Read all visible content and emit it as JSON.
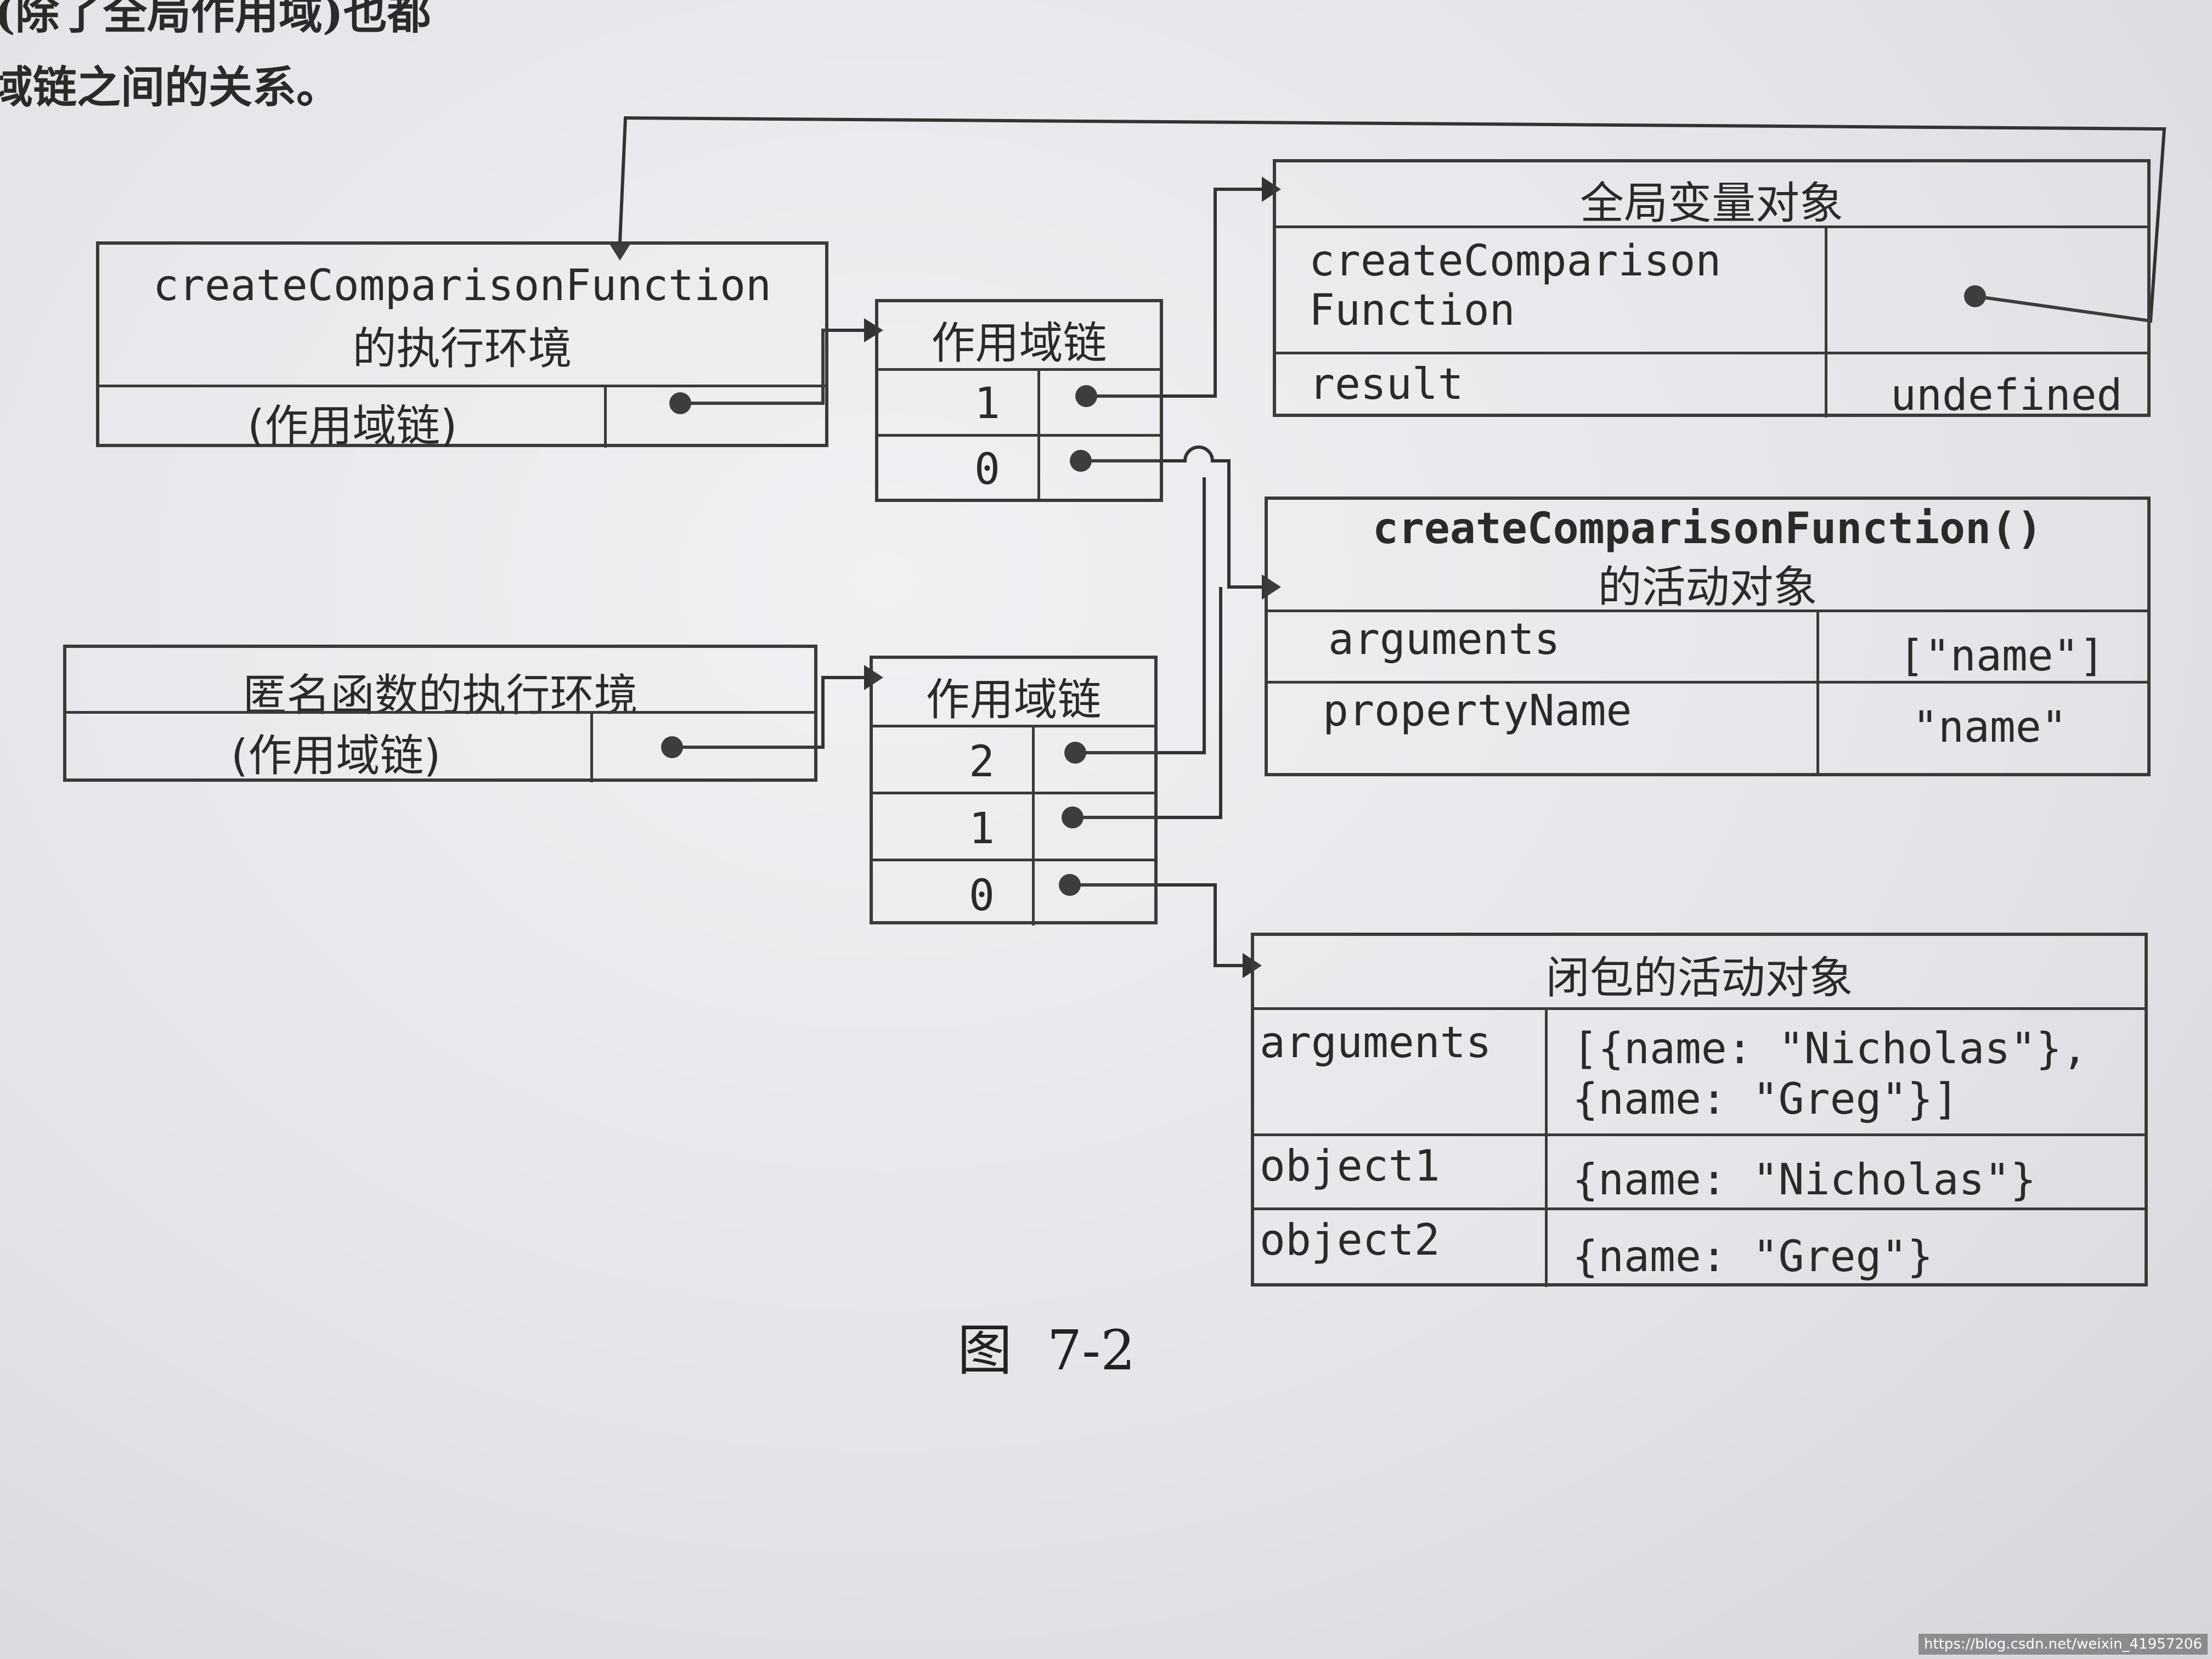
{
  "header": {
    "line1": "(除了全局作用域)也都",
    "line2": "域链之间的关系。"
  },
  "exec_ctx_create": {
    "title_line1": "createComparisonFunction",
    "title_line2": "的执行环境",
    "scope_label": "(作用域链)"
  },
  "scope_chain_1": {
    "title": "作用域链",
    "rows": [
      "1",
      "0"
    ]
  },
  "global_vo": {
    "title": "全局变量对象",
    "rows": [
      {
        "name": "createComparison\nFunction",
        "value": ""
      },
      {
        "name": "result",
        "value": "undefined"
      }
    ]
  },
  "create_ao": {
    "title_line1": "createComparisonFunction()",
    "title_line2": "的活动对象",
    "rows": [
      {
        "name": "arguments",
        "value": "[\"name\"]"
      },
      {
        "name": "propertyName",
        "value": "\"name\""
      }
    ]
  },
  "exec_ctx_anon": {
    "title": "匿名函数的执行环境",
    "scope_label": "(作用域链)"
  },
  "scope_chain_2": {
    "title": "作用域链",
    "rows": [
      "2",
      "1",
      "0"
    ]
  },
  "closure_ao": {
    "title": "闭包的活动对象",
    "rows": [
      {
        "name": "arguments",
        "value": "[{name: \"Nicholas\"},\n{name: \"Greg\"}]"
      },
      {
        "name": "object1",
        "value": "{name: \"Nicholas\"}"
      },
      {
        "name": "object2",
        "value": "{name: \"Greg\"}"
      }
    ]
  },
  "figure": {
    "caption": "图  7-2"
  },
  "watermark": "https://blog.csdn.net/weixin_41957206"
}
